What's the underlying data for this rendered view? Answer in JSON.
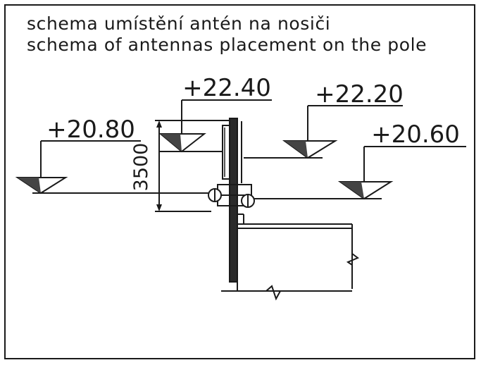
{
  "title_lines": {
    "cz": "schema umístění antén na nosiči",
    "en": "schema of antennas placement on the pole"
  },
  "elevations": [
    "+22.40",
    "+22.20",
    "+20.80",
    "+20.60"
  ],
  "dimension": "3500",
  "colors": {
    "line": "#1a1a1a",
    "marker_fill": "#444444",
    "background": "#ffffff"
  }
}
